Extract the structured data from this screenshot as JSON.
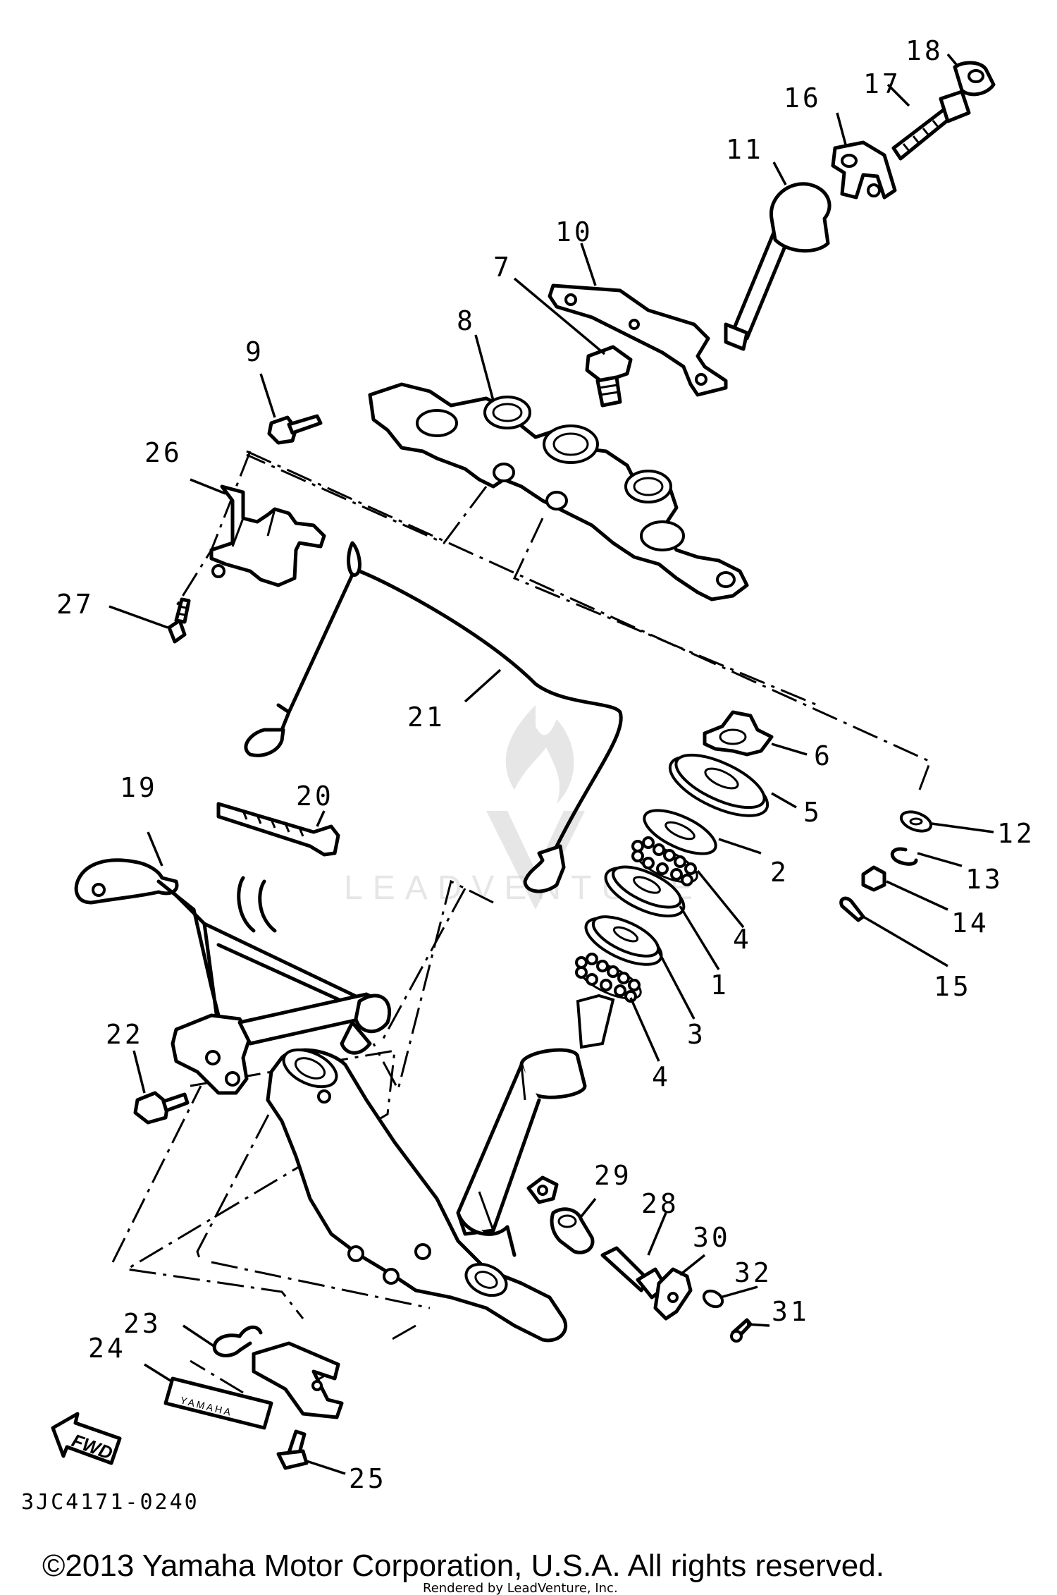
{
  "callouts": [
    "1",
    "2",
    "3",
    "4",
    "4",
    "5",
    "6",
    "7",
    "8",
    "9",
    "10",
    "11",
    "12",
    "13",
    "14",
    "15",
    "16",
    "17",
    "18",
    "19",
    "20",
    "21",
    "22",
    "23",
    "24",
    "25",
    "26",
    "27",
    "28",
    "29",
    "30",
    "31",
    "32"
  ],
  "diagram_code": "3JC4171-0240",
  "copyright": "©2013 Yamaha Motor Corporation, U.S.A. All rights reserved.",
  "rendered_by": "Rendered by LeadVenture, Inc.",
  "watermark_text": "LEADVENTURE",
  "fwd_label": "FWD",
  "emblem_text": "YAMAHA",
  "icons": [
    "leadventure-logo-icon",
    "fwd-arrow-icon"
  ]
}
